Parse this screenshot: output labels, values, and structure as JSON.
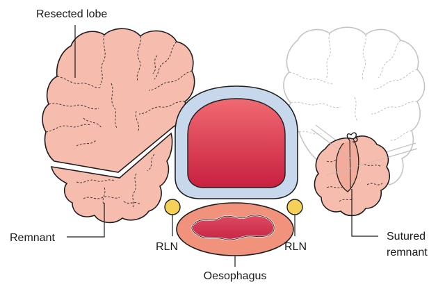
{
  "labels": {
    "resected_lobe": "Resected lobe",
    "remnant": "Remnant",
    "rln_left": "RLN",
    "rln_right": "RLN",
    "oesophagus": "Oesophagus",
    "sutured_remnant_line1": "Sutured",
    "sutured_remnant_line2": "remnant"
  },
  "colors": {
    "thyroid_fill": "#f6bcae",
    "thyroid_outline": "#1e1e1e",
    "ghost_outline": "#c4c4c4",
    "trachea_ring": "#c7d8ec",
    "trachea_lumen": "#d33a4e",
    "oesophagus_outer": "#f1937c",
    "oesophagus_lumen": "#d6344c",
    "nerve": "#f6d15a"
  }
}
